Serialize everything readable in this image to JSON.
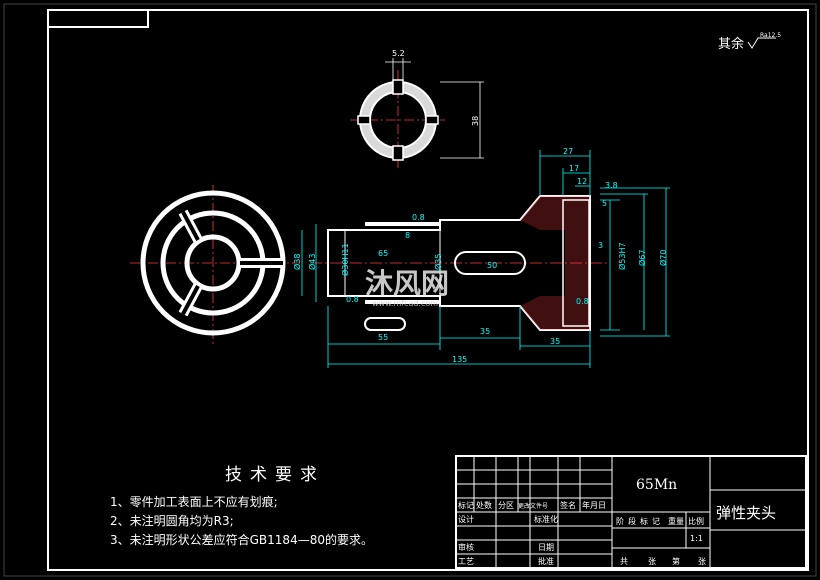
{
  "drawing": {
    "surface_note": {
      "label": "其余",
      "symbol": "Ra12.5"
    },
    "watermark": {
      "main": "沐风网",
      "url": "www.mfcad.com"
    },
    "colors": {
      "outline": "#ffffff",
      "dimension": "#00ffff",
      "centerline": "#ff3b3b",
      "hatch": "#ff3b3b",
      "frame": "#ffffff"
    },
    "section_view": {
      "slot_width": "5.2",
      "height_dim": "38"
    },
    "main_view": {
      "dims": {
        "d27": "27",
        "d17": "17",
        "d12": "12",
        "d38": "3.8",
        "d5": "5",
        "d3": "3",
        "phi53h7": "Ø53H7",
        "phi67": "Ø67",
        "phi70": "Ø70",
        "phi38": "Ø38",
        "phi43": "Ø43",
        "phi30": "Ø30H11",
        "phi35": "Ø35",
        "d55": "55",
        "d35a": "35",
        "d35b": "35",
        "d135": "135",
        "r08a": "0.8",
        "r08b": "0.8",
        "r08c": "0.8",
        "d65": "65",
        "d8": "8",
        "d50": "50"
      }
    }
  },
  "tech_notes": {
    "title": "技术要求",
    "lines": [
      "1、零件加工表面上不应有划痕;",
      "2、未注明圆角均为R3;",
      "3、未注明形状公差应符合GB1184—80的要求。"
    ]
  },
  "title_block": {
    "material": "65Mn",
    "part_name": "弹性夹头",
    "scale": "1:1",
    "header_row": [
      "标记",
      "处数",
      "分区",
      "更改文件号",
      "签名",
      "年月日"
    ],
    "left_labels": [
      "设计",
      "审核",
      "工艺"
    ],
    "mid_labels": [
      "标准化",
      "批准",
      "日期"
    ],
    "stage_labels": [
      "阶",
      "段",
      "标",
      "记",
      "重量",
      "比例"
    ],
    "bottom_labels": [
      "共",
      "张",
      "第",
      "张"
    ]
  }
}
